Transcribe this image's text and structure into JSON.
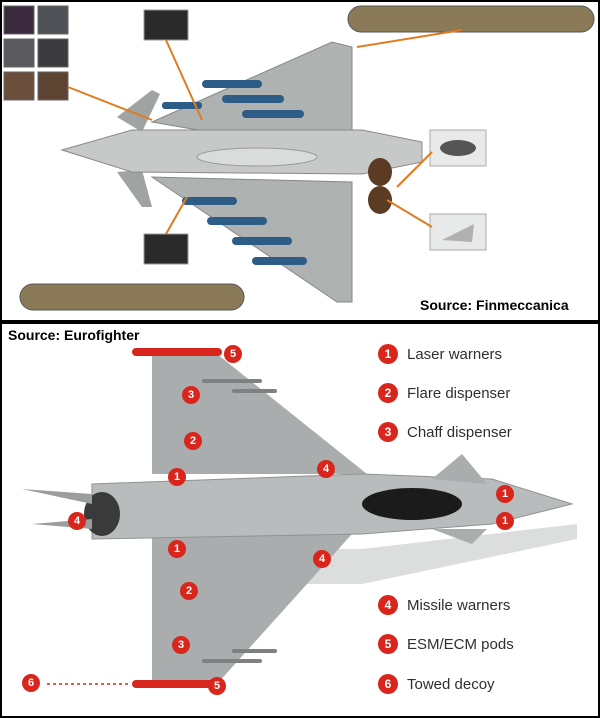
{
  "top_panel": {
    "source": "Source: Finmeccanica"
  },
  "bottom_panel": {
    "source": "Source: Eurofighter",
    "legend": [
      {
        "num": "1",
        "label": "Laser warners"
      },
      {
        "num": "2",
        "label": "Flare dispenser"
      },
      {
        "num": "3",
        "label": "Chaff dispenser"
      },
      {
        "num": "4",
        "label": "Missile warners"
      },
      {
        "num": "5",
        "label": "ESM/ECM pods"
      },
      {
        "num": "6",
        "label": "Towed decoy"
      }
    ],
    "markers": [
      "5",
      "3",
      "2",
      "1",
      "4",
      "1",
      "1",
      "4",
      "1",
      "4",
      "2",
      "3",
      "5",
      "6"
    ]
  },
  "colors": {
    "marker_red": "#d9261c",
    "callout_orange": "#e07b1f",
    "aircraft_grey": "#b9bcbc",
    "missile_blue": "#2d5c86"
  }
}
